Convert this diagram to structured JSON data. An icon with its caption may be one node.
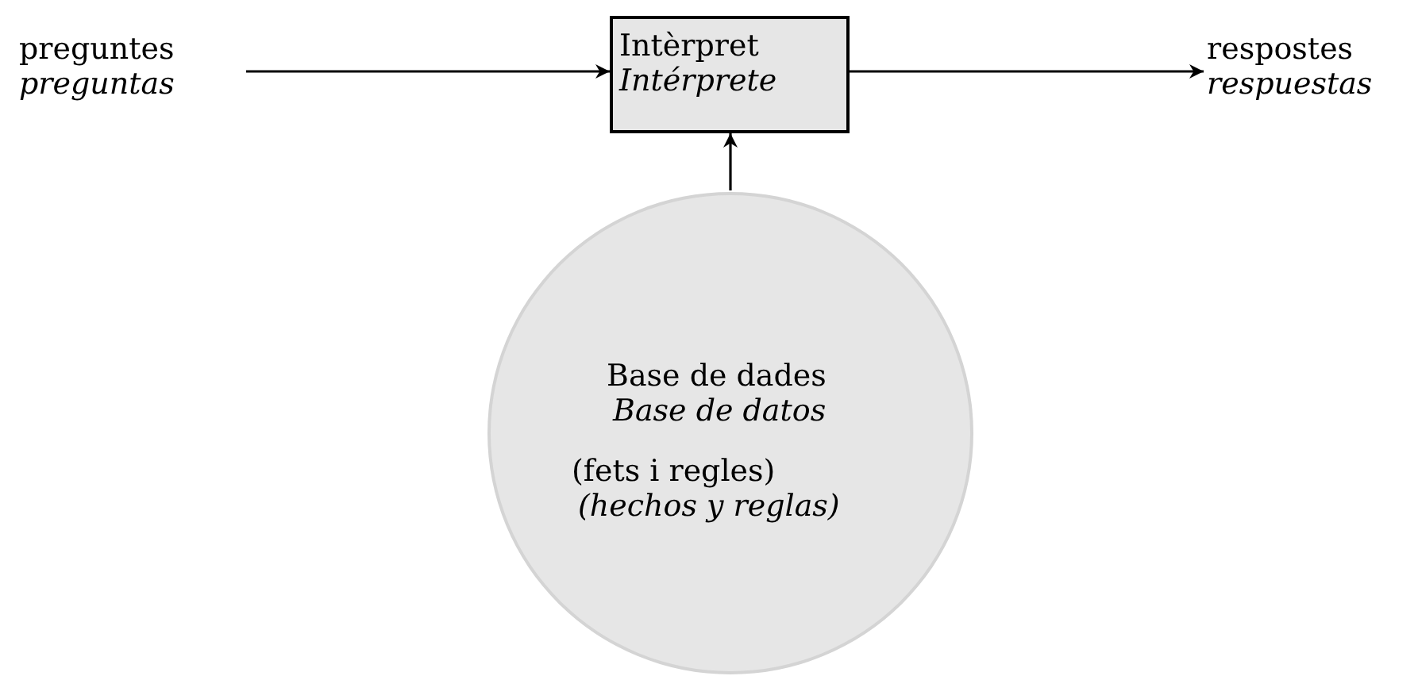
{
  "diagram": {
    "nodes": [
      {
        "text": [
          "preguntes",
          "preguntas"
        ]
      },
      {
        "text": [
          "Intèrpret",
          "Intérprete"
        ]
      },
      {
        "text": [
          "respostes",
          "respuestas"
        ]
      },
      {
        "text": [
          "Base de dades",
          "Base de datos",
          "(fets i regles)",
          "(hechos y reglas)"
        ]
      }
    ],
    "edges": [
      {
        "from": 0,
        "to": 1,
        "arrow": "to"
      },
      {
        "from": 1,
        "to": 2,
        "arrow": "to"
      },
      {
        "from": 3,
        "to": 1,
        "arrow": "to"
      }
    ]
  }
}
